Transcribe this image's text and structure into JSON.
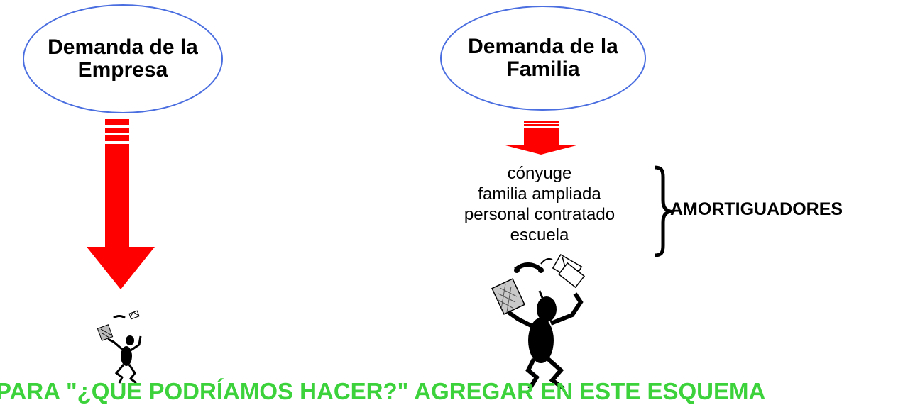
{
  "left_bubble": {
    "line1": "Demanda de la",
    "line2": "Empresa"
  },
  "right_bubble": {
    "line1": "Demanda de la",
    "line2": "Familia"
  },
  "buffers": {
    "items": [
      "cónyuge",
      "familia ampliada",
      "personal contratado",
      "escuela"
    ],
    "label": "AMORTIGUADORES"
  },
  "bottom_text": "PARA \"¿QUE PODRÍAMOS HACER?\" AGREGAR EN ESTE ESQUEMA",
  "colors": {
    "arrow": "#ff0000",
    "bubble_border": "#4a6ee0",
    "bottom_text": "#3cd23c"
  }
}
